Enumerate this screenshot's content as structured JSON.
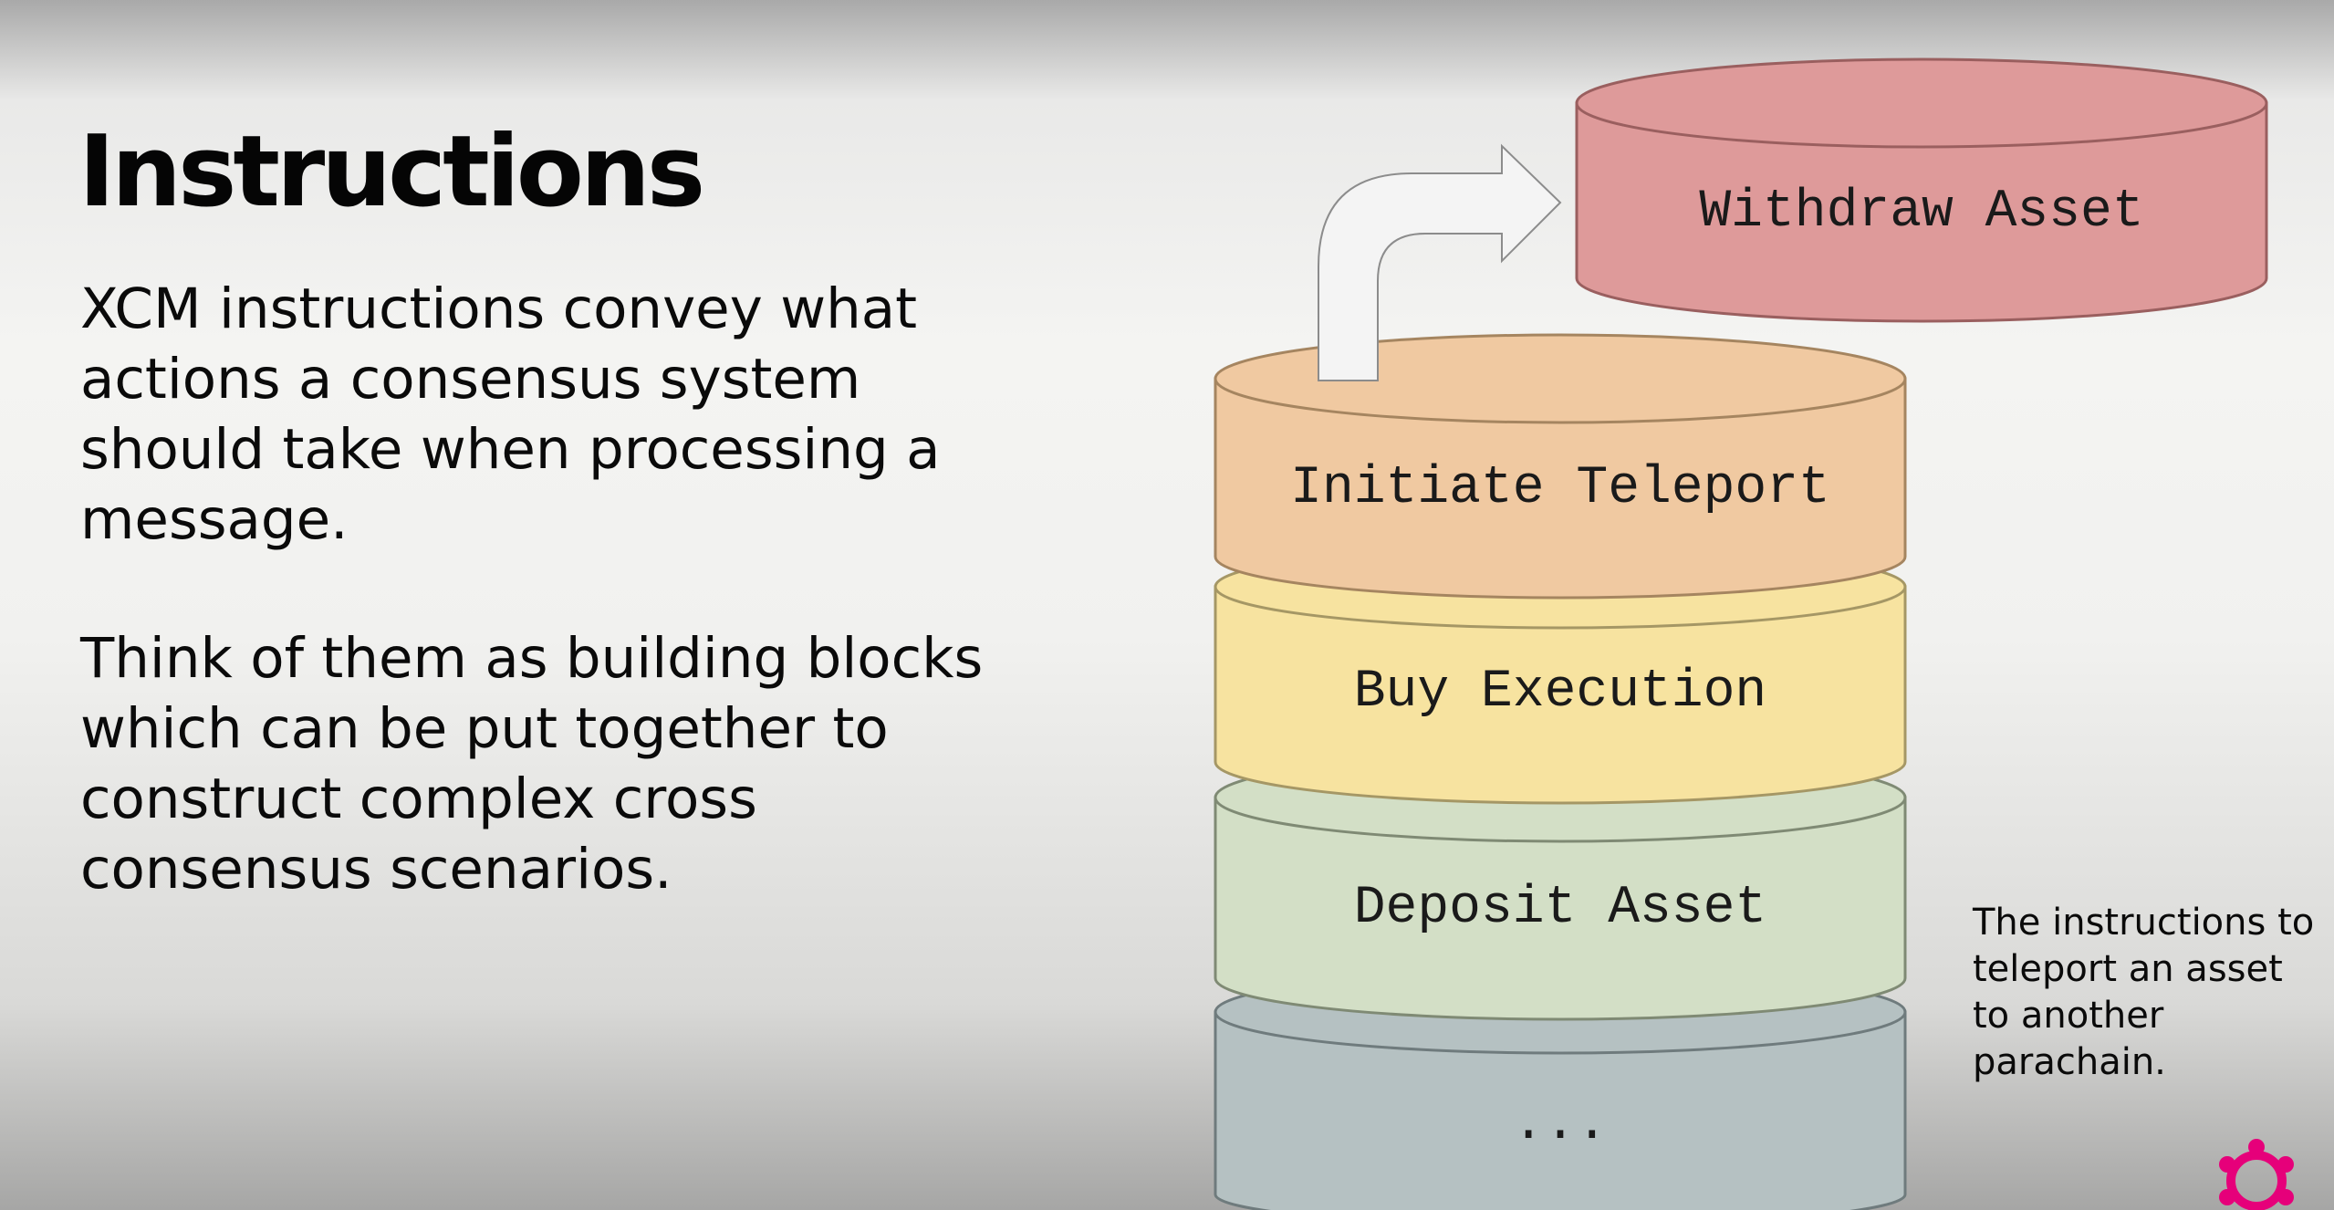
{
  "slide": {
    "title": "Instructions",
    "paragraphs": [
      "XCM instructions convey what actions a consensus system should take when processing a message.",
      "Think of them as building blocks which can be put together to construct complex cross consensus scenarios."
    ],
    "caption": "The instructions to teleport an asset to another parachain."
  },
  "diagram": {
    "blocks": [
      {
        "label": "Withdraw Asset",
        "color": "#de9a9a"
      },
      {
        "label": "Initiate Teleport",
        "color": "#f0c9a1"
      },
      {
        "label": "Buy Execution",
        "color": "#f7e3a0"
      },
      {
        "label": "Deposit Asset",
        "color": "#d3dfc6"
      },
      {
        "label": "...",
        "color": "#b5c1c2"
      }
    ],
    "arrow_color": "#f4f4f4",
    "logo": {
      "name": "polkadot-logo",
      "color": "#e6007a"
    }
  }
}
